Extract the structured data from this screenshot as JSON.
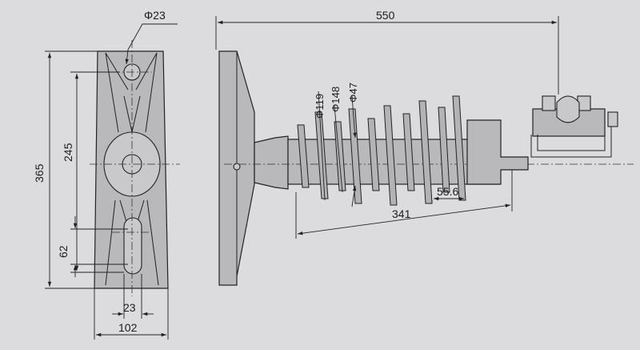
{
  "drawing": {
    "front_view": {
      "dim_hole_diameter": "Φ23",
      "dim_total_height": "365",
      "dim_hole_spacing": "245",
      "dim_slot_length": "62",
      "dim_slot_width": "23",
      "dim_base_width": "102"
    },
    "side_view": {
      "dim_overall_length": "550",
      "dim_shed_large": "Φ148",
      "dim_shed_small": "Φ119",
      "dim_core_rod": "Φ47",
      "dim_shed_spacing": "55.6",
      "dim_insulation_length": "341"
    }
  }
}
